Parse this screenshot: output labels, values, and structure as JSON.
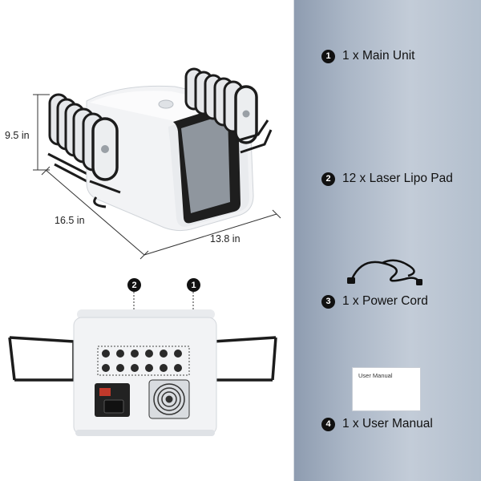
{
  "dimensions": {
    "height_label": "9.5 in",
    "depth_label": "16.5 in",
    "width_label": "13.8 in"
  },
  "callouts": {
    "pads_number": "2",
    "unit_number": "1"
  },
  "package_list": [
    {
      "number": "1",
      "label": "1 x Main Unit",
      "icon": "main-unit"
    },
    {
      "number": "2",
      "label": "12 x Laser Lipo Pad",
      "icon": "laser-pad"
    },
    {
      "number": "3",
      "label": "1 x Power Cord",
      "icon": "power-cord-icon"
    },
    {
      "number": "4",
      "label": "1 x User Manual",
      "icon": "manual-icon"
    }
  ],
  "manual_card_text": "User Manual",
  "colors": {
    "panel_gradient_start": "#8e9cb0",
    "panel_gradient_end": "#c3ccd8",
    "badge": "#111111",
    "device_body": "#f2f3f5",
    "pad_frame": "#1c1c1c",
    "screen": "#8f969e"
  }
}
